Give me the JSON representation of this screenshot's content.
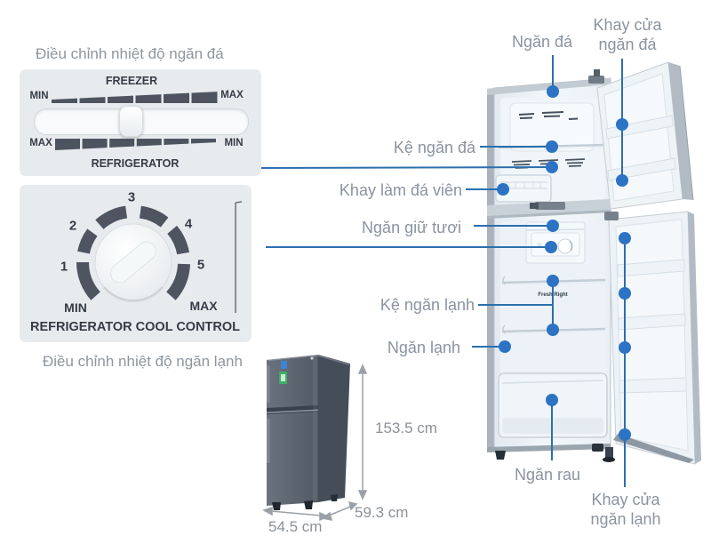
{
  "colors": {
    "callout_blue": "#2d73c4",
    "callout_line": "#2b6fae",
    "label_gray": "#8b93a0",
    "panel_bg": "#e8ebee",
    "control_dark": "#4d5460"
  },
  "freezer_slider": {
    "title": "Điều chỉnh nhiệt độ ngăn đá",
    "freezer_label": "FREEZER",
    "freezer_min": "MIN",
    "freezer_max": "MAX",
    "fridge_max": "MAX",
    "fridge_min": "MIN",
    "refrigerator_label": "REFRIGERATOR"
  },
  "cool_dial": {
    "title": "Điều chỉnh nhiệt độ ngăn lạnh",
    "control_label": "REFRIGERATOR COOL CONTROL",
    "min_label": "MIN",
    "max_label": "MAX",
    "numbers": [
      "1",
      "2",
      "3",
      "4",
      "5"
    ]
  },
  "fridge_callouts": {
    "ngan_da": "Ngăn đá",
    "khay_cua_ngan_da": "Khay cửa ngăn đá",
    "ke_ngan_da": "Kệ ngăn đá",
    "khay_lam_da_vien": "Khay làm đá viên",
    "ngan_giu_tuoi": "Ngăn giữ tươi",
    "ke_ngan_lanh": "Kệ ngăn lạnh",
    "ngan_lanh": "Ngăn lạnh",
    "ngan_rau": "Ngăn rau",
    "khay_cua_ngan_lanh": "Khay cửa ngăn lạnh"
  },
  "fridge_interior": {
    "fresh_text": "Fresh Right"
  },
  "dimensions": {
    "height": "153.5 cm",
    "depth": "59.3 cm",
    "width": "54.5 cm"
  }
}
